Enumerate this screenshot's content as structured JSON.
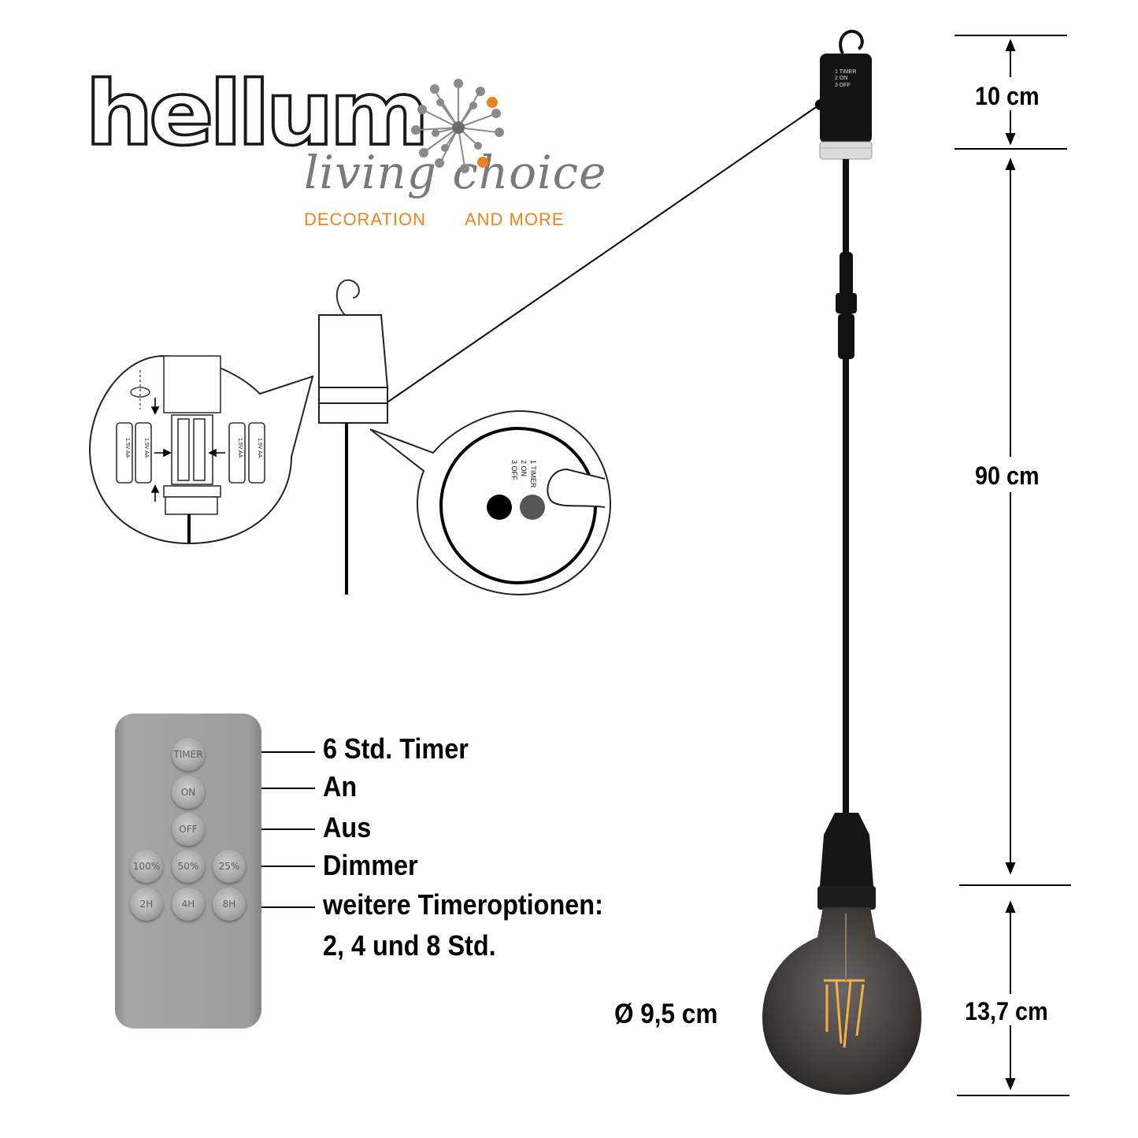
{
  "brand": {
    "name": "hellum",
    "script": "living choice",
    "tagline_left": "DECORATION",
    "tagline_right": "AND MORE",
    "colors": {
      "accent": "#e8851c",
      "outline": "#1a1a1a",
      "script": "#7a7a7a"
    }
  },
  "dimensions": {
    "top": "10 cm",
    "cable": "90 cm",
    "bulb_height": "13,7 cm",
    "bulb_diameter": "Ø 9,5 cm"
  },
  "remote": {
    "buttons": [
      "TIMER",
      "ON",
      "OFF",
      "100%",
      "50%",
      "25%",
      "2H",
      "4H",
      "8H"
    ]
  },
  "features": {
    "timer": "6 Std. Timer",
    "on": "An",
    "off": "Aus",
    "dimmer": "Dimmer",
    "more_line1": "weitere Timeroptionen:",
    "more_line2": "2, 4 und 8 Std."
  },
  "switch_labels": {
    "timer": "1 TIMER",
    "on": "2 ON",
    "off": "3 OFF"
  },
  "battery_label": "1.5V AA",
  "icons": [
    "dandelion-logo-icon",
    "hook-icon",
    "battery-icon",
    "arrow-icon",
    "light-bulb-icon",
    "finger-icon"
  ]
}
